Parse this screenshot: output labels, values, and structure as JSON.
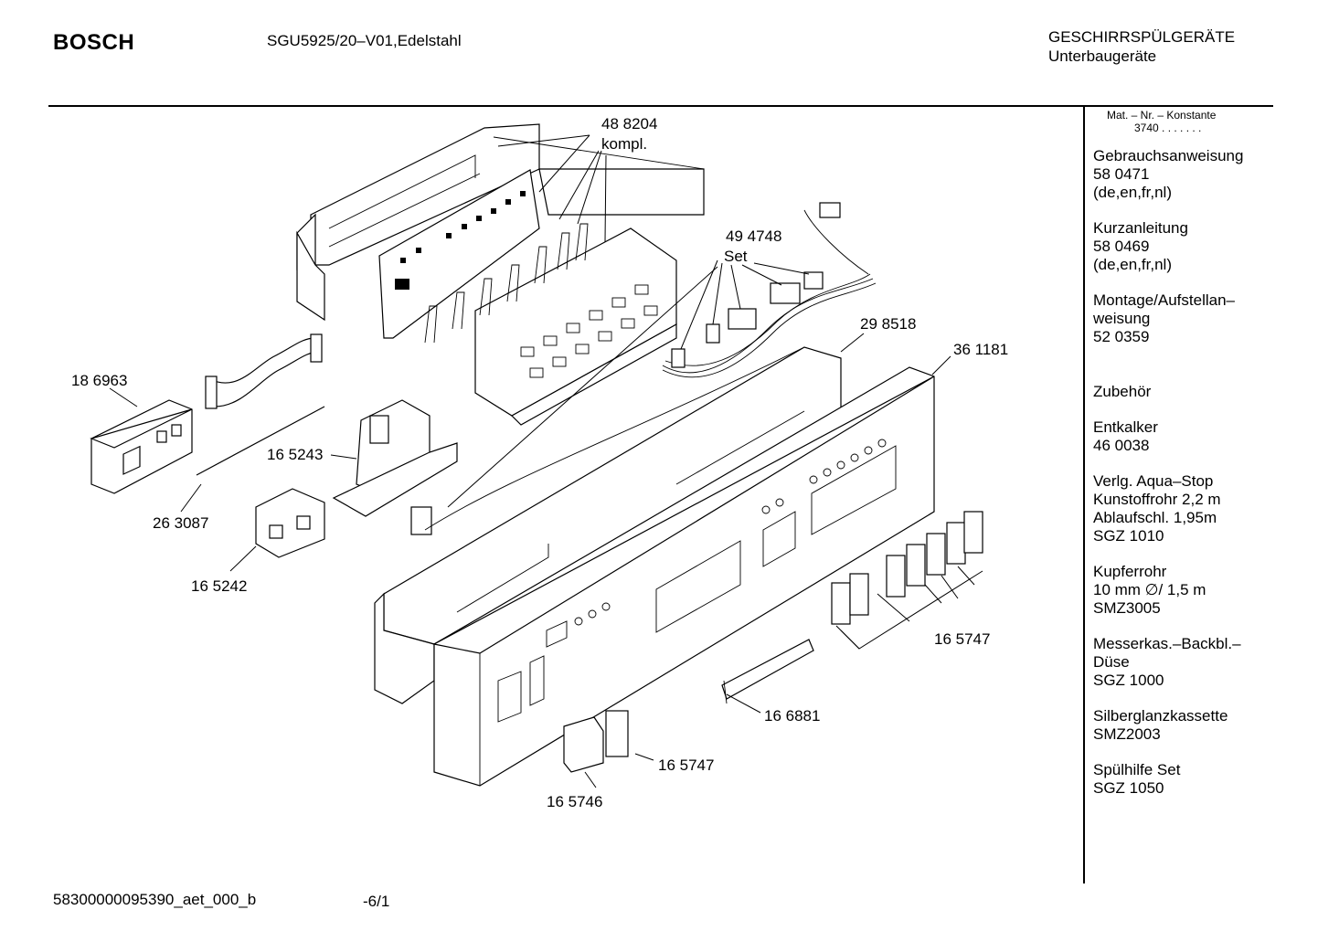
{
  "header": {
    "brand": "BOSCH",
    "model": "SGU5925/20–V01,Edelstahl",
    "category_line1": "GESCHIRRSPÜLGERÄTE",
    "category_line2": "Unterbaugeräte"
  },
  "sidebar": {
    "mat_header": "Mat. – Nr. – Konstante",
    "constant": "3740 . . .   . . . .",
    "items": [
      {
        "lines": [
          "Gebrauchsanweisung",
          "58 0471",
          "(de,en,fr,nl)"
        ]
      },
      {
        "lines": [
          "Kurzanleitung",
          "58 0469",
          "(de,en,fr,nl)"
        ]
      },
      {
        "lines": [
          "Montage/Aufstellan–",
          "weisung",
          "52 0359"
        ]
      },
      {
        "lines": [
          "Zubehör"
        ]
      },
      {
        "lines": [
          "Entkalker",
          "46 0038"
        ]
      },
      {
        "lines": [
          "Verlg. Aqua–Stop",
          "Kunstoffrohr 2,2 m",
          "Ablaufschl. 1,95m",
          "SGZ 1010"
        ]
      },
      {
        "lines": [
          "Kupferrohr",
          "10 mm ∅/ 1,5 m",
          "SMZ3005"
        ]
      },
      {
        "lines": [
          "Messerkas.–Backbl.–",
          "Düse",
          "SGZ 1000"
        ]
      },
      {
        "lines": [
          "Silberglanzkassette",
          "SMZ2003"
        ]
      },
      {
        "lines": [
          "Spülhilfe Set",
          "SGZ 1050"
        ]
      }
    ]
  },
  "parts": {
    "p488204": "48 8204",
    "p488204_sub": "kompl.",
    "p494748": "49 4748",
    "p494748_sub": "Set",
    "p298518": "29 8518",
    "p361181": "36 1181",
    "p186963": "18 6963",
    "p165243": "16 5243",
    "p263087": "26 3087",
    "p165242": "16 5242",
    "p165747a": "16 5747",
    "p166881": "16 6881",
    "p165747b": "16 5747",
    "p165746": "16 5746"
  },
  "footer": {
    "code": "58300000095390_aet_000_b",
    "page": "-6/1"
  }
}
